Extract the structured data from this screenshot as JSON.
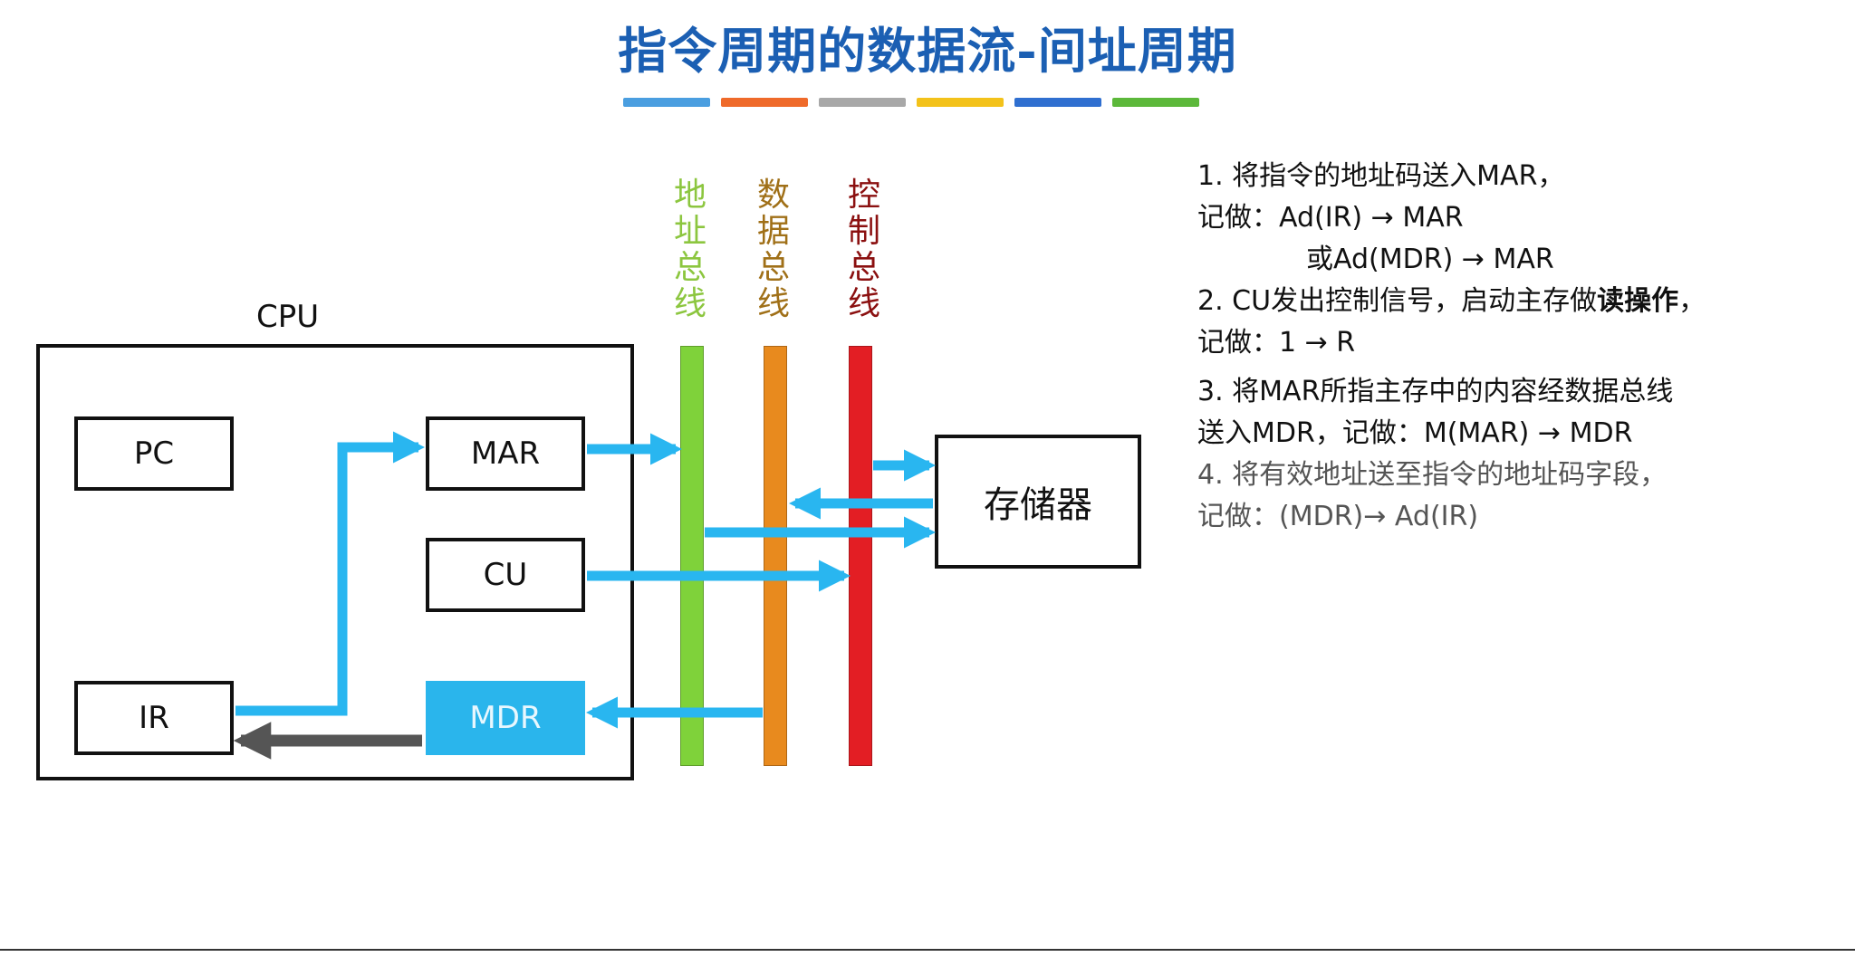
{
  "title": "指令周期的数据流-间址周期",
  "stripe_colors": [
    "#4a9ee0",
    "#ef6a2a",
    "#a8a8a8",
    "#f3c21a",
    "#2f6fd0",
    "#5cb83a"
  ],
  "cpu": {
    "label": "CPU",
    "registers": {
      "pc": "PC",
      "mar": "MAR",
      "cu": "CU",
      "ir": "IR",
      "mdr": "MDR"
    }
  },
  "memory": {
    "label": "存储器"
  },
  "buses": {
    "address": {
      "label": "地址总线",
      "color": "#7fd23a",
      "label_color": "#8cc63f"
    },
    "data": {
      "label": "数据总线",
      "color": "#e88a1e",
      "label_color": "#a07018"
    },
    "control": {
      "label": "控制总线",
      "color": "#e31e24",
      "label_color": "#8b1010"
    }
  },
  "colors": {
    "arrow": "#29b6f0",
    "mdr_fill": "#2ab5ec",
    "gray_arrow": "#555555"
  },
  "steps": {
    "s1_line1": "1. 将指令的地址码送入MAR，",
    "s1_line2": "记做：Ad(IR) → MAR",
    "s1_line3": "或Ad(MDR) → MAR",
    "s2_line1_prefix": "2. CU发出控制信号，启动主存做",
    "s2_line1_bold": "读操作",
    "s2_line1_suffix": "，",
    "s2_line2": "记做：1 → R",
    "s3_line1": "3. 将MAR所指主存中的内容经数据总线",
    "s3_line2": "送入MDR，记做：M(MAR) → MDR",
    "s4_line1": "4. 将有效地址送至指令的地址码字段，",
    "s4_line2": "记做：(MDR)→ Ad(IR)"
  }
}
